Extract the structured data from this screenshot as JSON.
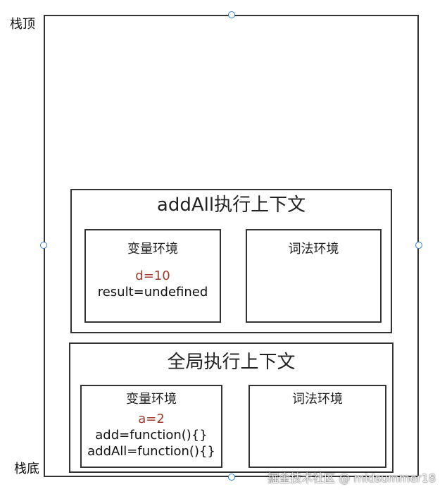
{
  "stack": {
    "top_label": "栈顶",
    "bottom_label": "栈底"
  },
  "addall_context": {
    "title": "addAll执行上下文",
    "variable_env": {
      "title": "变量环境",
      "lines": [
        "d=10",
        "result=undefined"
      ]
    },
    "lexical_env": {
      "title": "词法环境"
    }
  },
  "global_context": {
    "title": "全局执行上下文",
    "variable_env": {
      "title": "变量环境",
      "lines": [
        "a=2",
        "add=function(){}",
        "addAll=function(){}"
      ]
    },
    "lexical_env": {
      "title": "词法环境"
    }
  },
  "watermark": "掘金技术社区 @ midsummer18",
  "colors": {
    "highlight": "#a03a2b",
    "handle": "#2f7bd6",
    "border": "#333333"
  }
}
